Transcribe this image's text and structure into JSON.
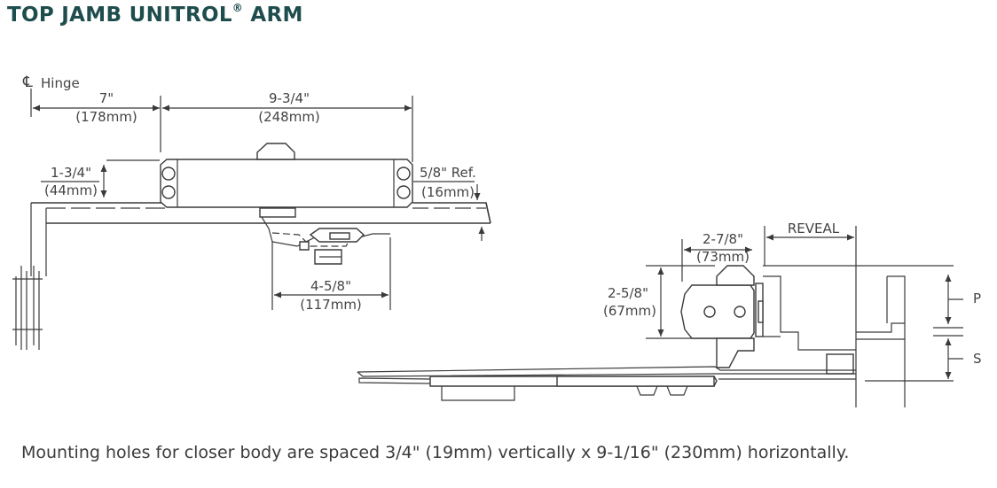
{
  "title": {
    "main": "TOP JAMB UNITROL",
    "registered": "®",
    "suffix": " ARM"
  },
  "labels": {
    "hinge_symbol": "℄",
    "hinge": "Hinge",
    "dim_7_in": "7\"",
    "dim_7_mm": "(178mm)",
    "dim_934_in": "9-3/4\"",
    "dim_934_mm": "(248mm)",
    "dim_134_in": "1-3/4\"",
    "dim_134_mm": "(44mm)",
    "dim_58_in": "5/8\" Ref.",
    "dim_58_mm": "(16mm)",
    "dim_458_in": "4-5/8\"",
    "dim_458_mm": "(117mm)",
    "dim_278_in": "2-7/8\"",
    "dim_278_mm": "(73mm)",
    "reveal": "REVEAL",
    "dim_258_in": "2-5/8\"",
    "dim_258_mm": "(67mm)",
    "p": "P",
    "s": "S"
  },
  "caption": "Mounting holes for closer body are spaced 3/4\" (19mm) vertically x 9-1/16\" (230mm) horizontally."
}
